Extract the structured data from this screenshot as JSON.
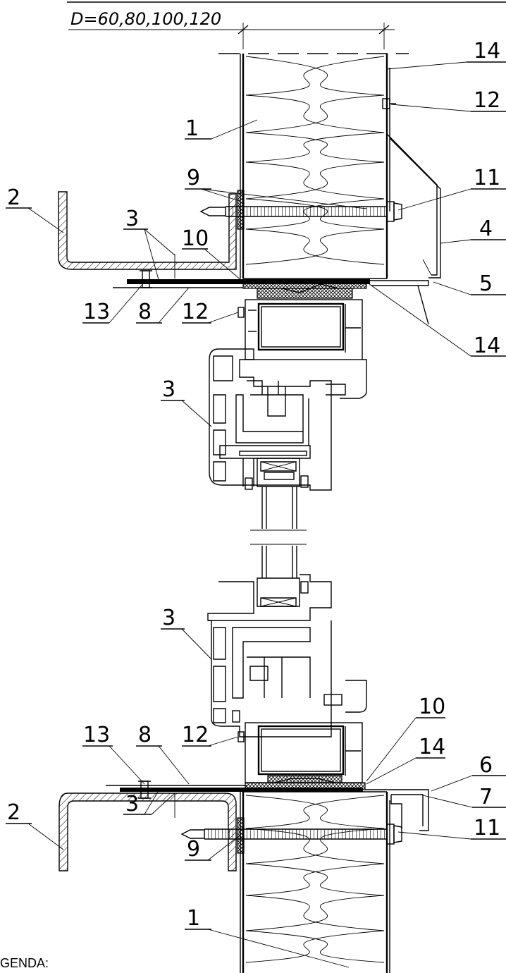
{
  "dimension_text": "D=60,80,100,120",
  "legend_text": "GENDA:",
  "callouts": [
    {
      "id": "c14a",
      "text": "14"
    },
    {
      "id": "c12a",
      "text": "12"
    },
    {
      "id": "c1a",
      "text": "1"
    },
    {
      "id": "c11a",
      "text": "11"
    },
    {
      "id": "c9a",
      "text": "9"
    },
    {
      "id": "c2a",
      "text": "2"
    },
    {
      "id": "c3a",
      "text": "3"
    },
    {
      "id": "c4",
      "text": "4"
    },
    {
      "id": "c10a",
      "text": "10"
    },
    {
      "id": "c5",
      "text": "5"
    },
    {
      "id": "c13a",
      "text": "13"
    },
    {
      "id": "c8a",
      "text": "8"
    },
    {
      "id": "c12b",
      "text": "12"
    },
    {
      "id": "c14b",
      "text": "14"
    },
    {
      "id": "c3b",
      "text": "3"
    },
    {
      "id": "c3c",
      "text": "3"
    },
    {
      "id": "c10b",
      "text": "10"
    },
    {
      "id": "c13b",
      "text": "13"
    },
    {
      "id": "c8b",
      "text": "8"
    },
    {
      "id": "c12c",
      "text": "12"
    },
    {
      "id": "c14c",
      "text": "14"
    },
    {
      "id": "c6",
      "text": "6"
    },
    {
      "id": "c7",
      "text": "7"
    },
    {
      "id": "c2b",
      "text": "2"
    },
    {
      "id": "c3d",
      "text": "3"
    },
    {
      "id": "c11b",
      "text": "11"
    },
    {
      "id": "c9b",
      "text": "9"
    },
    {
      "id": "c1b",
      "text": "1"
    }
  ]
}
